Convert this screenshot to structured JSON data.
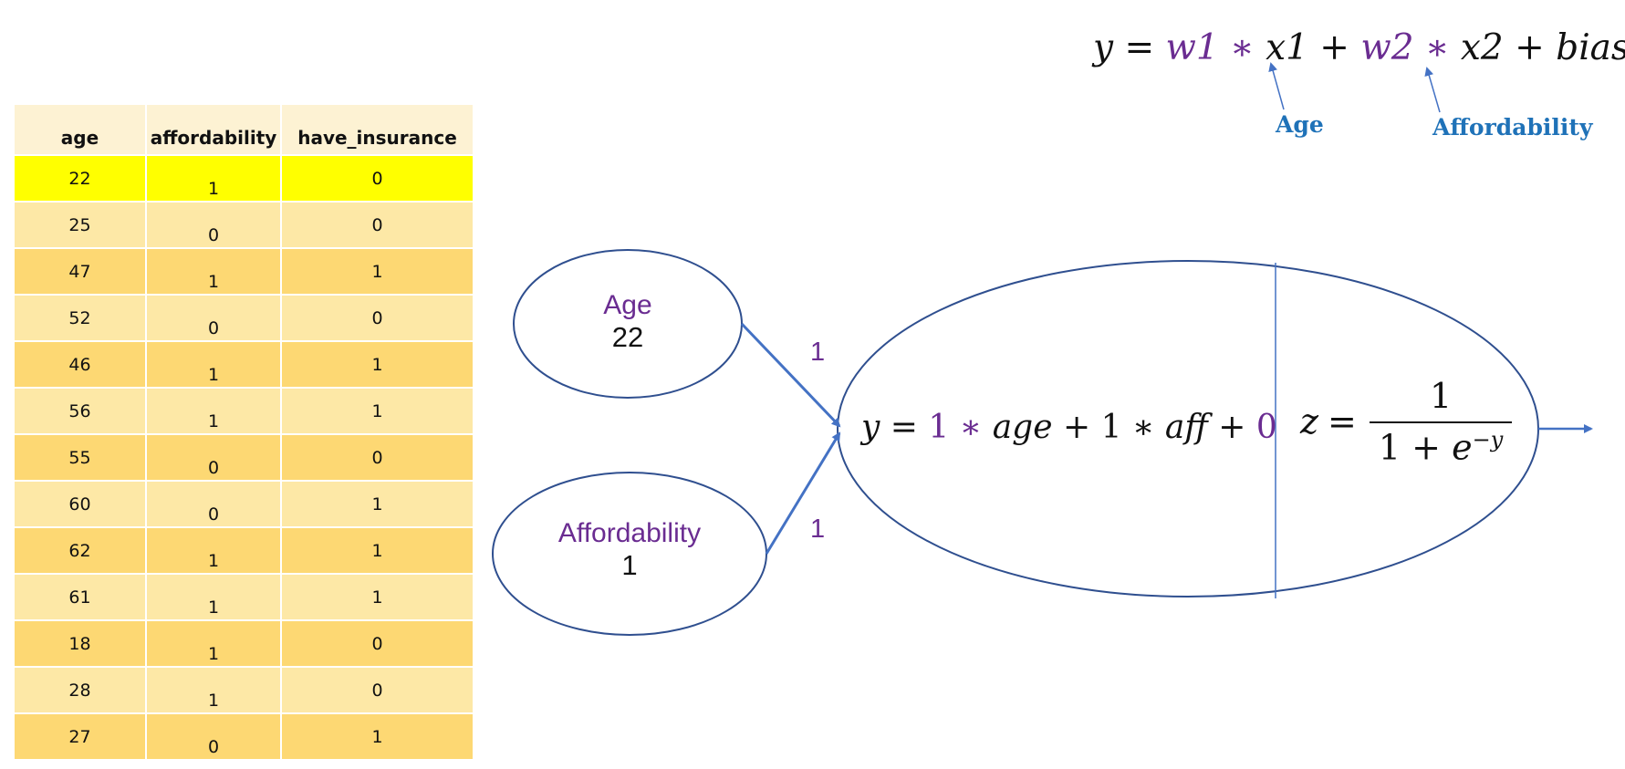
{
  "table": {
    "headers": [
      "age",
      "affordability",
      "have_insurance"
    ],
    "rows": [
      [
        "22",
        "1",
        "0"
      ],
      [
        "25",
        "0",
        "0"
      ],
      [
        "47",
        "1",
        "1"
      ],
      [
        "52",
        "0",
        "0"
      ],
      [
        "46",
        "1",
        "1"
      ],
      [
        "56",
        "1",
        "1"
      ],
      [
        "55",
        "0",
        "0"
      ],
      [
        "60",
        "0",
        "1"
      ],
      [
        "62",
        "1",
        "1"
      ],
      [
        "61",
        "1",
        "1"
      ],
      [
        "18",
        "1",
        "0"
      ],
      [
        "28",
        "1",
        "0"
      ],
      [
        "27",
        "0",
        "1"
      ]
    ]
  },
  "formula": {
    "y": "y",
    "eq": "=",
    "w1": "w1",
    "times": "∗",
    "x1": "x1",
    "plus": "+",
    "w2": "w2",
    "x2": "x2",
    "bias": "bias",
    "label_x1": "Age",
    "label_x2": "Affordability"
  },
  "inputs": {
    "age": {
      "name": "Age",
      "value": "22"
    },
    "affordability": {
      "name": "Affordability",
      "value": "1"
    }
  },
  "weights": {
    "w1": "1",
    "w2": "1"
  },
  "neuron": {
    "y": "y",
    "eq": "=",
    "w1": "1",
    "times": "∗",
    "age": "age",
    "plus": "+",
    "w2": "1",
    "aff": "aff",
    "bias": "0"
  },
  "sigmoid": {
    "z": "z",
    "eq": "=",
    "numerator": "1",
    "den_one": "1",
    "den_plus": "+",
    "den_e": "e",
    "den_exp": "−y"
  },
  "colors": {
    "purple": "#6a2c91",
    "label_blue": "#1f72b8",
    "arrow_blue": "#4472c4",
    "outline": "#2f4f8f",
    "highlight": "#ffff00"
  }
}
